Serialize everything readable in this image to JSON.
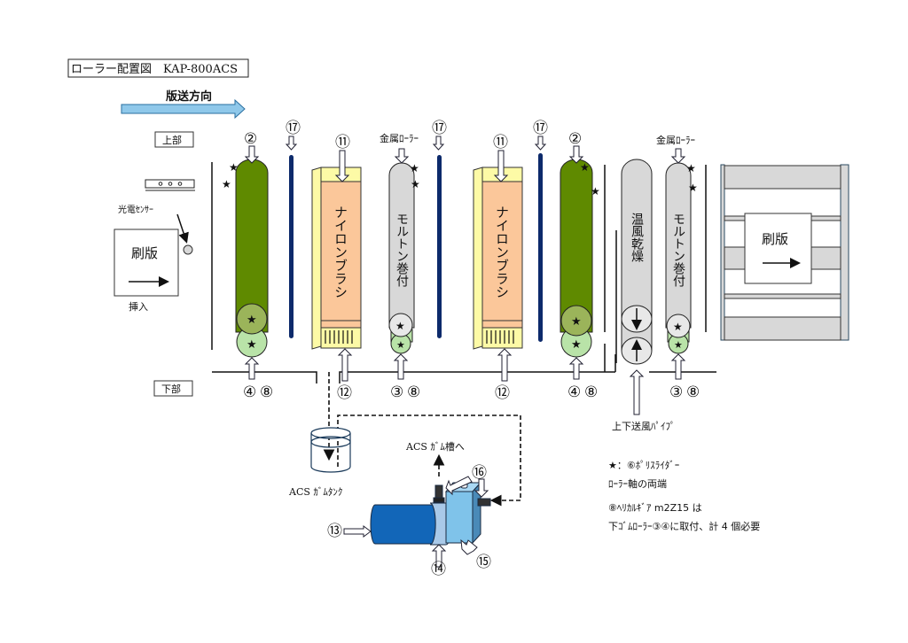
{
  "title": "ローラー配置図　KAP-800ACS",
  "direction_label": "版送方向",
  "upper_label": "上部",
  "lower_label": "下部",
  "sensor_label": "光電ｾﾝｻｰ",
  "plate_label": "刷版",
  "insert_label": "挿入",
  "exit_plate_label": "刷版",
  "metal_roller_label": "金属ﾛｰﾗｰ",
  "nylon_brush_label": "ナイロンブラシ",
  "molton_label": "モルトン巻付",
  "warm_air_label": "温風乾燥",
  "air_pipe_label": "上下送風ﾊﾟｲﾌﾟ",
  "gum_tank_label": "ACS ｶﾞﾑﾀﾝｸ",
  "gum_bath_label": "ACS ｶﾞﾑ槽へ",
  "numbers": {
    "n2": "②",
    "n3": "③",
    "n4": "④",
    "n8": "⑧",
    "n11": "⑪",
    "n12": "⑫",
    "n13": "⑬",
    "n14": "⑭",
    "n15": "⑮",
    "n16": "⑯",
    "n17": "⑰"
  },
  "notes": [
    "★：⑥ﾎﾟﾘｽﾗｲﾀﾞｰ",
    "ﾛｰﾗｰ軸の両端",
    "⑧ﾍﾘｶﾙｷﾞｱ m2Z15 は",
    "下ｺﾞﾑﾛｰﾗｰ③④に取付、計 4 個必要"
  ],
  "colors": {
    "green_roller": "#5f8a00",
    "light_green": "#b9e3a8",
    "mid_green": "#9bb45a",
    "gray_roller": "#d8d8d8",
    "brush_orange": "#fbc79a",
    "brush_yellow": "#fdfaa6",
    "blue_rod": "#0d2a6b",
    "arrow_blue": "#8fc8ea",
    "pump_blue": "#1266b8",
    "pump_light": "#7fc3ea"
  }
}
